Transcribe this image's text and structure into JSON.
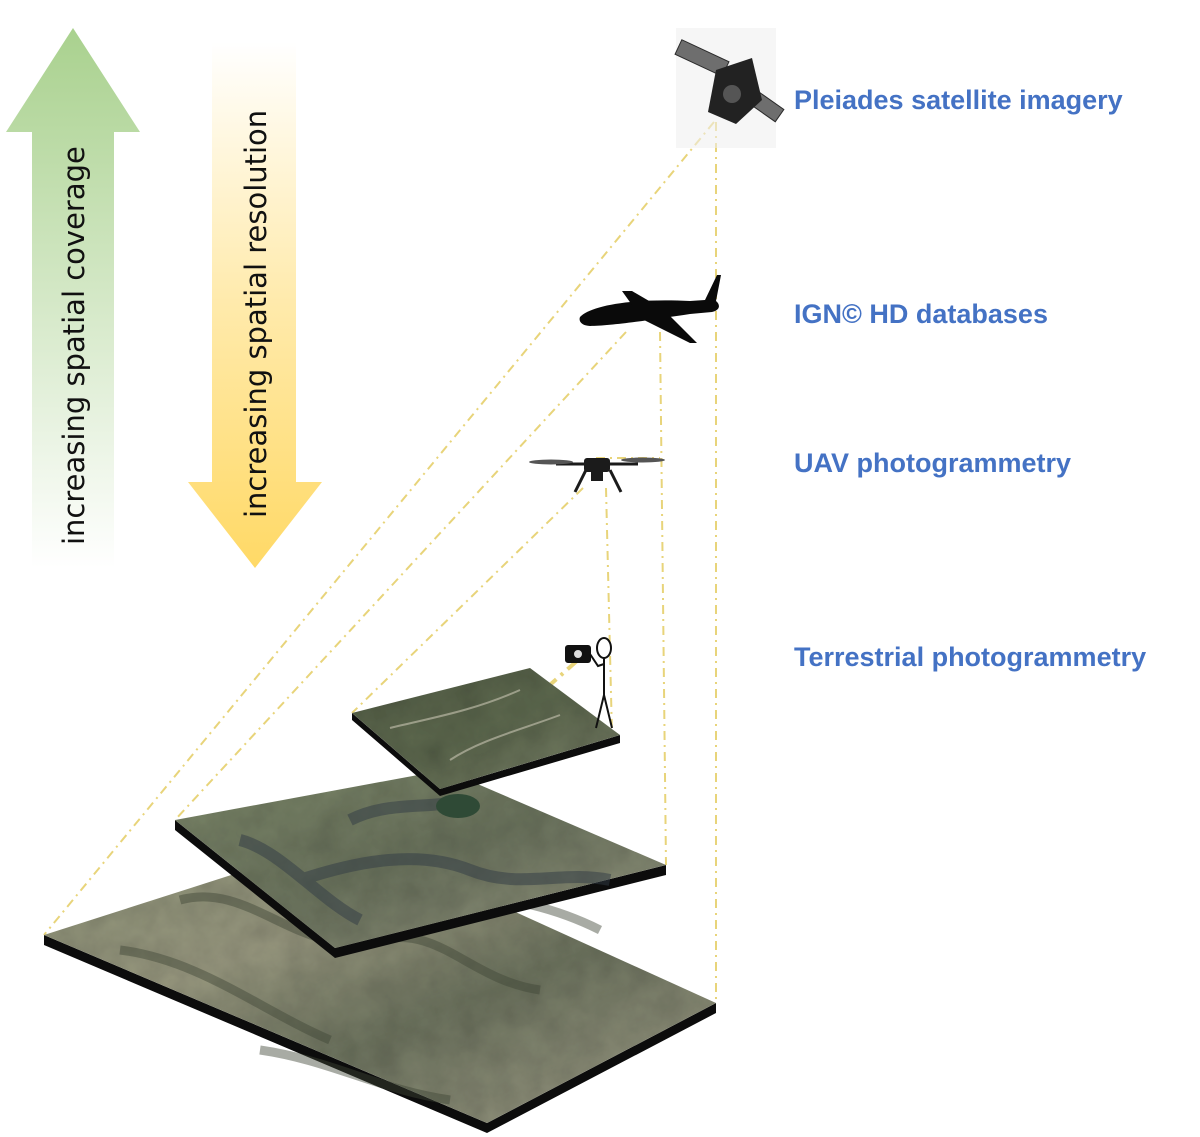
{
  "colors": {
    "label": "#4472c4",
    "sight_line": "#e8d47a",
    "coverage_arrow": "#a9d18e",
    "resolution_arrow": "#ffd966",
    "caption_text": "#111111",
    "silhouette": "#0a0a0a"
  },
  "arrows": {
    "coverage": {
      "caption": "increasing spatial coverage",
      "direction": "up"
    },
    "resolution": {
      "caption": "increasing spatial resolution",
      "direction": "down"
    }
  },
  "platforms": [
    {
      "id": "satellite",
      "label": "Pleiades satellite imagery",
      "icon": "satellite-icon"
    },
    {
      "id": "airplane",
      "label": "IGN© HD databases",
      "icon": "airplane-icon"
    },
    {
      "id": "uav",
      "label": "UAV photogrammetry",
      "icon": "drone-icon"
    },
    {
      "id": "terrestrial",
      "label": "Terrestrial photogrammetry",
      "icon": "camera-person-icon"
    }
  ],
  "terrain_layers": [
    {
      "id": "large",
      "icon": "terrain-imagery-large"
    },
    {
      "id": "medium",
      "icon": "terrain-imagery-medium"
    },
    {
      "id": "small",
      "icon": "terrain-imagery-small"
    }
  ]
}
